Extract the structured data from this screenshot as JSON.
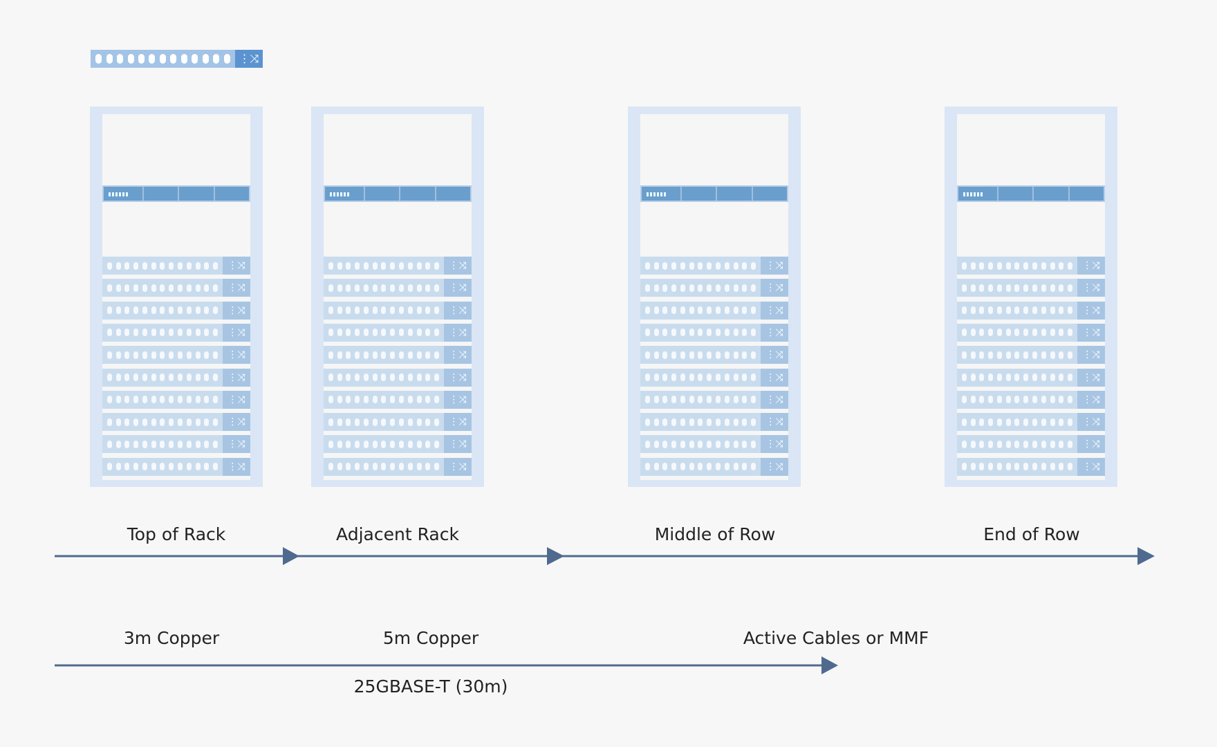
{
  "legend_switch": {
    "icon": "shuffle-icon",
    "port_count": 13
  },
  "racks": [
    {
      "label": "Top of Rack",
      "server_units": 10
    },
    {
      "label": "Adjacent Rack",
      "server_units": 10
    },
    {
      "label": "Middle of Row",
      "server_units": 10
    },
    {
      "label": "End of Row",
      "server_units": 10
    }
  ],
  "distance_axis": {
    "labels": [
      "Top of Rack",
      "Adjacent Rack",
      "Middle of Row",
      "End of Row"
    ]
  },
  "cabling_axis": {
    "labels": [
      "3m Copper",
      "5m Copper",
      "Active Cables or MMF"
    ],
    "note": "25GBASE-T (30m)"
  },
  "colors": {
    "background": "#f7f7f7",
    "rack": "#dae6f5",
    "arrow": "#4f6a8f",
    "switch": "#6a9ecd"
  }
}
